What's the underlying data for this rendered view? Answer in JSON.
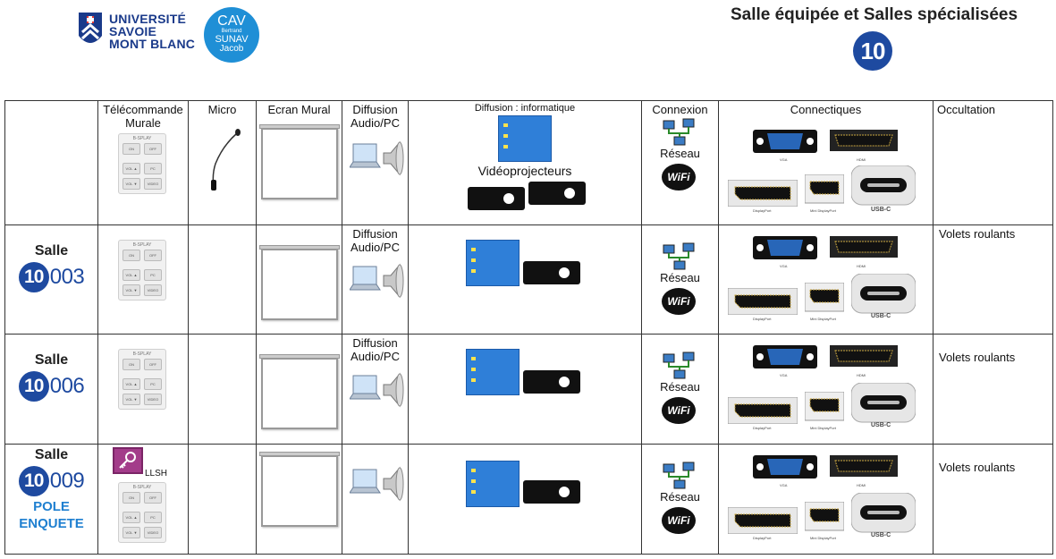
{
  "header": {
    "university_lines": [
      "UNIVERSITÉ",
      "SAVOIE",
      "MONT BLANC"
    ],
    "cav_lines": [
      "CAV",
      "Bertrand",
      "SUNAV",
      "Jacob"
    ],
    "title": "Salle équipée et Salles spécialisées",
    "building": "10"
  },
  "columns": {
    "remote": [
      "Télécommande",
      "Murale"
    ],
    "micro": "Micro",
    "screen": "Ecran Mural",
    "audio": [
      "Diffusion",
      "Audio/PC"
    ],
    "computer": "Diffusion : informatique",
    "projectors": "Vidéoprojecteurs",
    "network": "Connexion",
    "network_sub": "Réseau",
    "wifi": "WiFi",
    "connectors": "Connectiques",
    "blackout": "Occultation"
  },
  "ports": {
    "vga": "VGA",
    "hdmi": "HDMI",
    "displayport": "DisplayPort",
    "mini_dp": "Mini DisplayPort",
    "usbc": "USB-C"
  },
  "remote_panel": {
    "label": "B-SPLAY",
    "keys": [
      "ON",
      "OFF",
      "VOL ▲",
      "PC",
      "VOL ▼",
      "VIDEO"
    ]
  },
  "rooms": [
    {
      "salle": "Salle",
      "building": "10",
      "suffix": "003",
      "audio": [
        "Diffusion",
        "Audio/PC"
      ],
      "blackout": "Volets roulants",
      "network_label": "Réseau"
    },
    {
      "salle": "Salle",
      "building": "10",
      "suffix": "006",
      "audio": [
        "Diffusion",
        "Audio/PC"
      ],
      "blackout": "Volets roulants",
      "network_label": "Réseau"
    },
    {
      "salle": "Salle",
      "building": "10",
      "suffix": "009",
      "pole": [
        "POLE",
        "ENQUETE"
      ],
      "access_label": "LLSH",
      "blackout": "Volets roulants",
      "network_label": "Réseau"
    }
  ]
}
